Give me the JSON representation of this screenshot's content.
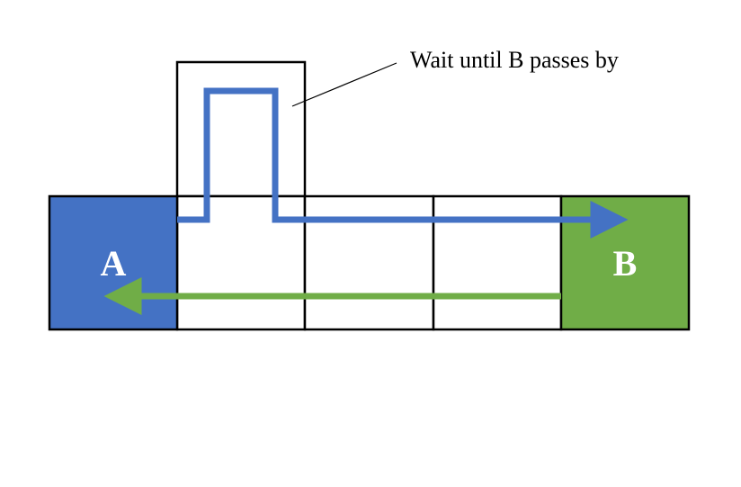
{
  "annotation": {
    "text": "Wait until B passes by"
  },
  "nodes": {
    "a": {
      "label": "A",
      "color": "#4472C4"
    },
    "b": {
      "label": "B",
      "color": "#70AD47"
    }
  },
  "paths": {
    "a_to_b_color": "#4472C4",
    "b_to_a_color": "#70AD47"
  }
}
